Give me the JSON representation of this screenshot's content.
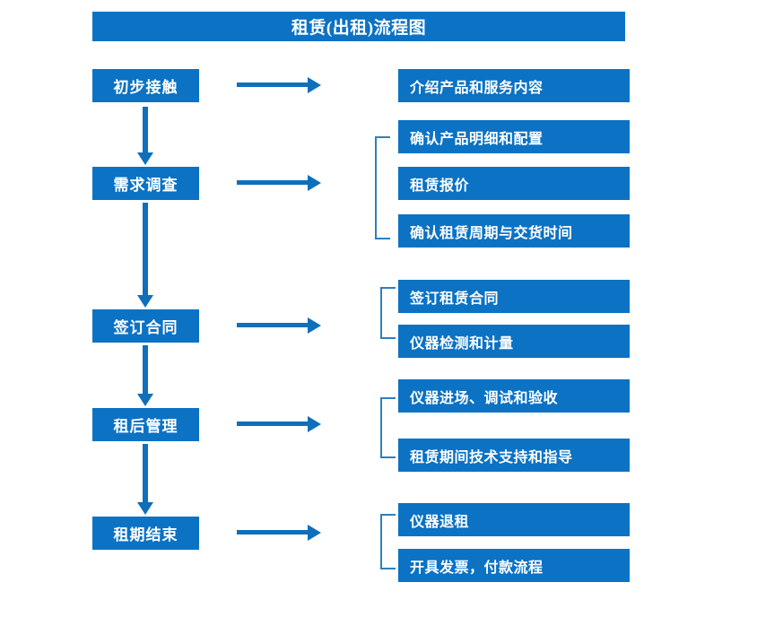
{
  "title": "租赁(出租)流程图",
  "theme": {
    "box_blue": "#0b72c4",
    "arrow_blue": "#0f6fba",
    "bracket_blue": "#2e7fc0",
    "text_color": "#ffffff",
    "background": "#ffffff"
  },
  "stages": [
    {
      "label": "初步接触"
    },
    {
      "label": "需求调查"
    },
    {
      "label": "签订合同"
    },
    {
      "label": "租后管理"
    },
    {
      "label": "租期结束"
    }
  ],
  "details": [
    {
      "label": "介绍产品和服务内容"
    },
    {
      "label": "确认产品明细和配置"
    },
    {
      "label": "租赁报价"
    },
    {
      "label": "确认租赁周期与交货时间"
    },
    {
      "label": "签订租赁合同"
    },
    {
      "label": "仪器检测和计量"
    },
    {
      "label": "仪器进场、调试和验收"
    },
    {
      "label": "租赁期间技术支持和指导"
    },
    {
      "label": "仪器退租"
    },
    {
      "label": "开具发票，付款流程"
    }
  ],
  "icons": {
    "arrow_right": "arrow-right-icon",
    "arrow_down": "arrow-down-icon",
    "bracket": "group-bracket-icon"
  }
}
